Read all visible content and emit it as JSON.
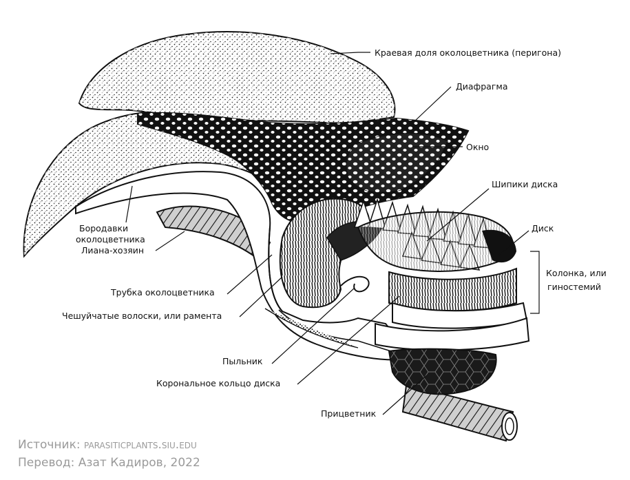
{
  "labels": {
    "perigone": "Краевая доля околоцветника (перигона)",
    "diaphragm": "Диафрагма",
    "window": "Окно",
    "disc_spines": "Шипики диска",
    "disc": "Диск",
    "column_1": "Колонка, или",
    "column_2": "гиностемий",
    "warts_1": "Бородавки",
    "warts_2": "околоцветника",
    "host_vine": "Лиана-хозяин",
    "perianth_tube": "Трубка околоцветника",
    "ramenta": "Чешуйчатые волоски, или рамента",
    "anther": "Пыльник",
    "corona": "Корональное кольцо диска",
    "bract": "Прицветник"
  },
  "credits": {
    "source_prefix": "Источник:",
    "source_url": "parasiticplants.siu.edu",
    "translation": "Перевод: Азат Кадиров, 2022"
  }
}
